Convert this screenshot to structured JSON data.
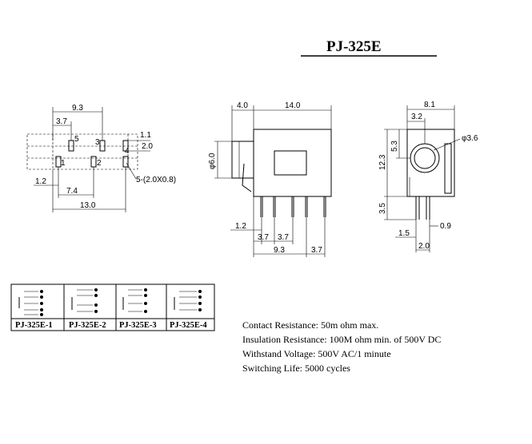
{
  "title": "PJ-325E",
  "left_view": {
    "dims": {
      "width_top": "9.3",
      "offset_top": "3.7",
      "pin_small1": "1.1",
      "pin_small2": "2.0",
      "pin_note": "5-(2.0X0.8)",
      "left_offset": "1.2",
      "mid": "7.4",
      "total": "13.0"
    },
    "pin_numbers": [
      "5",
      "3",
      "1",
      "2",
      "4"
    ]
  },
  "front_view": {
    "dims": {
      "top_left": "4.0",
      "top_main": "14.0",
      "diameter": "φ6.0",
      "bottom_left": "1.2",
      "bottom_a": "3.7",
      "bottom_b": "3.7",
      "bottom_total": "9.3",
      "bottom_right": "3.7"
    }
  },
  "side_view": {
    "dims": {
      "width": "8.1",
      "top_offset": "3.2",
      "hole": "φ3.6",
      "height_upper": "5.3",
      "height_total": "12.3",
      "pin_len": "3.5",
      "pin_offset": "1.5",
      "pin_gap": "2.0",
      "pin_width": "0.9"
    }
  },
  "variants": [
    {
      "label": "PJ-325E-1"
    },
    {
      "label": "PJ-325E-2"
    },
    {
      "label": "PJ-325E-3"
    },
    {
      "label": "PJ-325E-4"
    }
  ],
  "specs": [
    "Contact Resistance:     50m ohm max.",
    "Insulation Resistance: 100M ohm min. of 500V DC",
    "Withstand Voltage: 500V AC/1 minute",
    "Switching Life: 5000 cycles"
  ]
}
